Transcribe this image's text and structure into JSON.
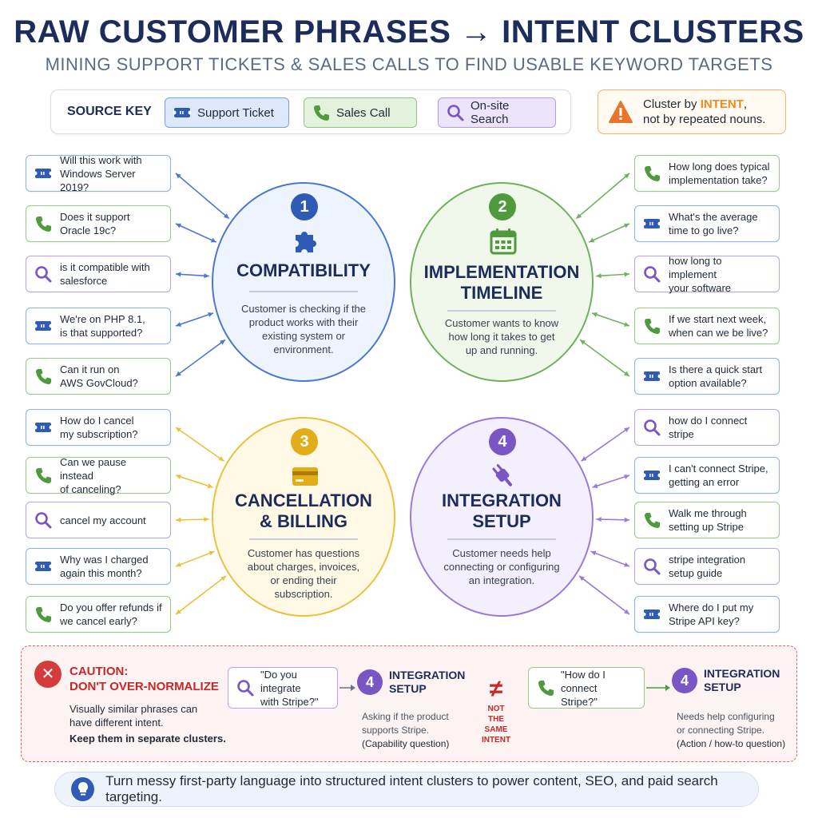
{
  "header": {
    "title": "RAW CUSTOMER PHRASES → INTENT CLUSTERS",
    "subtitle": "MINING SUPPORT TICKETS & SALES CALLS TO FIND USABLE KEYWORD TARGETS"
  },
  "source_key": {
    "label": "SOURCE KEY",
    "ticket": "Support Ticket",
    "call": "Sales Call",
    "search": "On-site Search"
  },
  "tip": {
    "line1_prefix": "Cluster by ",
    "line1_highlight": "INTENT",
    "line1_suffix": ",",
    "line2": "not by repeated nouns."
  },
  "colors": {
    "ticket": "#2f5bb5",
    "call": "#4e9a3d",
    "search": "#7a55c4",
    "cluster1": "#4a77d0",
    "cluster2": "#6fb15c",
    "cluster3": "#e9c13d",
    "cluster4": "#9b7ad8",
    "caution": "#c62828",
    "tip_highlight": "#f08a1c"
  },
  "clusters": [
    {
      "number": "1",
      "title_line1": "COMPATIBILITY",
      "title_line2": "",
      "icon": "puzzle-icon",
      "desc": [
        "Customer is checking if the",
        "product works with their",
        "existing system or",
        "environment."
      ],
      "phrases": [
        {
          "source": "ticket",
          "line1": "Will this work with",
          "line2": "Windows Server 2019?"
        },
        {
          "source": "call",
          "line1": "Does it support",
          "line2": "Oracle 19c?"
        },
        {
          "source": "search",
          "line1": "is it compatible with",
          "line2": "salesforce"
        },
        {
          "source": "ticket",
          "line1": "We're on PHP 8.1,",
          "line2": "is that supported?"
        },
        {
          "source": "call",
          "line1": "Can it run on",
          "line2": "AWS GovCloud?"
        }
      ]
    },
    {
      "number": "2",
      "title_line1": "IMPLEMENTATION",
      "title_line2": "TIMELINE",
      "icon": "calendar-icon",
      "desc": [
        "Customer wants to know",
        "how long it takes to get",
        "up and running."
      ],
      "phrases": [
        {
          "source": "call",
          "line1": "How long does typical",
          "line2": "implementation take?"
        },
        {
          "source": "ticket",
          "line1": "What's the average",
          "line2": "time to go live?"
        },
        {
          "source": "search",
          "line1": "how long to implement",
          "line2": "your software"
        },
        {
          "source": "call",
          "line1": "If we start next week,",
          "line2": "when can we be live?"
        },
        {
          "source": "ticket",
          "line1": "Is there a quick start",
          "line2": "option available?"
        }
      ]
    },
    {
      "number": "3",
      "title_line1": "CANCELLATION",
      "title_line2": "& BILLING",
      "icon": "credit-card-icon",
      "desc": [
        "Customer has questions",
        "about charges, invoices,",
        "or ending their",
        "subscription."
      ],
      "phrases": [
        {
          "source": "ticket",
          "line1": "How do I cancel",
          "line2": "my subscription?"
        },
        {
          "source": "call",
          "line1": "Can we pause instead",
          "line2": "of canceling?"
        },
        {
          "source": "search",
          "line1": "cancel my account",
          "line2": ""
        },
        {
          "source": "ticket",
          "line1": "Why was I charged",
          "line2": "again this month?"
        },
        {
          "source": "call",
          "line1": "Do you offer refunds if",
          "line2": "we cancel early?"
        }
      ]
    },
    {
      "number": "4",
      "title_line1": "INTEGRATION",
      "title_line2": "SETUP",
      "icon": "plug-icon",
      "desc": [
        "Customer needs help",
        "connecting or configuring",
        "an integration."
      ],
      "phrases": [
        {
          "source": "search",
          "line1": "how do I connect",
          "line2": "stripe"
        },
        {
          "source": "ticket",
          "line1": "I can't connect Stripe,",
          "line2": "getting an error"
        },
        {
          "source": "call",
          "line1": "Walk me through",
          "line2": "setting up Stripe"
        },
        {
          "source": "search",
          "line1": "stripe integration",
          "line2": "setup guide"
        },
        {
          "source": "ticket",
          "line1": "Where do I put my",
          "line2": "Stripe API key?"
        }
      ]
    }
  ],
  "caution": {
    "badge": "✕",
    "title_line1": "CAUTION:",
    "title_line2": "DON'T OVER-NORMALIZE",
    "body_line1": "Visually similar phrases can",
    "body_line2": "have different intent.",
    "emphasis": "Keep them in separate clusters.",
    "example1": {
      "line1": "\"Do you integrate",
      "line2": "with Stripe?\"",
      "target_number": "4",
      "target_line1": "INTEGRATION",
      "target_line2": "SETUP",
      "note_line1": "Asking if the product",
      "note_line2": "supports Stripe.",
      "note_line3": "(Capability question)"
    },
    "separator": {
      "symbol": "≠",
      "line1": "NOT",
      "line2": "THE SAME",
      "line3": "INTENT"
    },
    "example2": {
      "line1": "\"How do I connect",
      "line2": "Stripe?\"",
      "target_number": "4",
      "target_line1": "INTEGRATION",
      "target_line2": "SETUP",
      "note_line1": "Needs help configuring",
      "note_line2": "or connecting Stripe.",
      "note_line3": "(Action / how-to question)"
    }
  },
  "footer": {
    "text": "Turn messy first-party language into structured intent clusters to power content, SEO, and paid search targeting."
  }
}
